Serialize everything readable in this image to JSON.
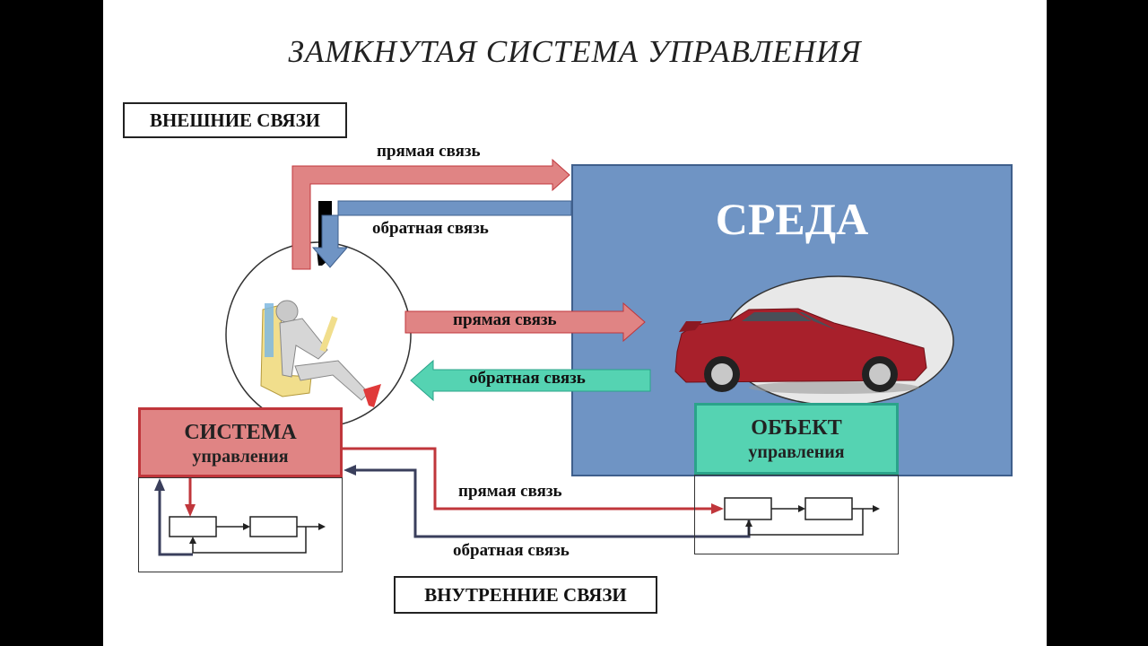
{
  "title": "ЗАМКНУТАЯ СИСТЕМА УПРАВЛЕНИЯ",
  "external_links_label": "ВНЕШНИЕ СВЯЗИ",
  "internal_links_label": "ВНУТРЕННИЕ СВЯЗИ",
  "environment": {
    "label": "СРЕДА"
  },
  "control_system": {
    "title": "СИСТЕМА",
    "subtitle": "управления"
  },
  "control_object": {
    "title": "ОБЪЕКТ",
    "subtitle": "управления"
  },
  "arrows": {
    "external_forward": "прямая связь",
    "external_feedback": "обратная связь",
    "driver_forward": "прямая связь",
    "driver_feedback": "обратная связь",
    "internal_forward": "прямая связь",
    "internal_feedback": "обратная связь"
  },
  "colors": {
    "environment": "#6f94c4",
    "forward_arrow": "#e08484",
    "feedback_arrow_external": "#6f94c4",
    "feedback_arrow_driver": "#55d3b2",
    "control_system": "#e08484",
    "control_object": "#55d3b2",
    "internal_forward_line": "#c0363b",
    "internal_feedback_line": "#3a3f5c"
  }
}
